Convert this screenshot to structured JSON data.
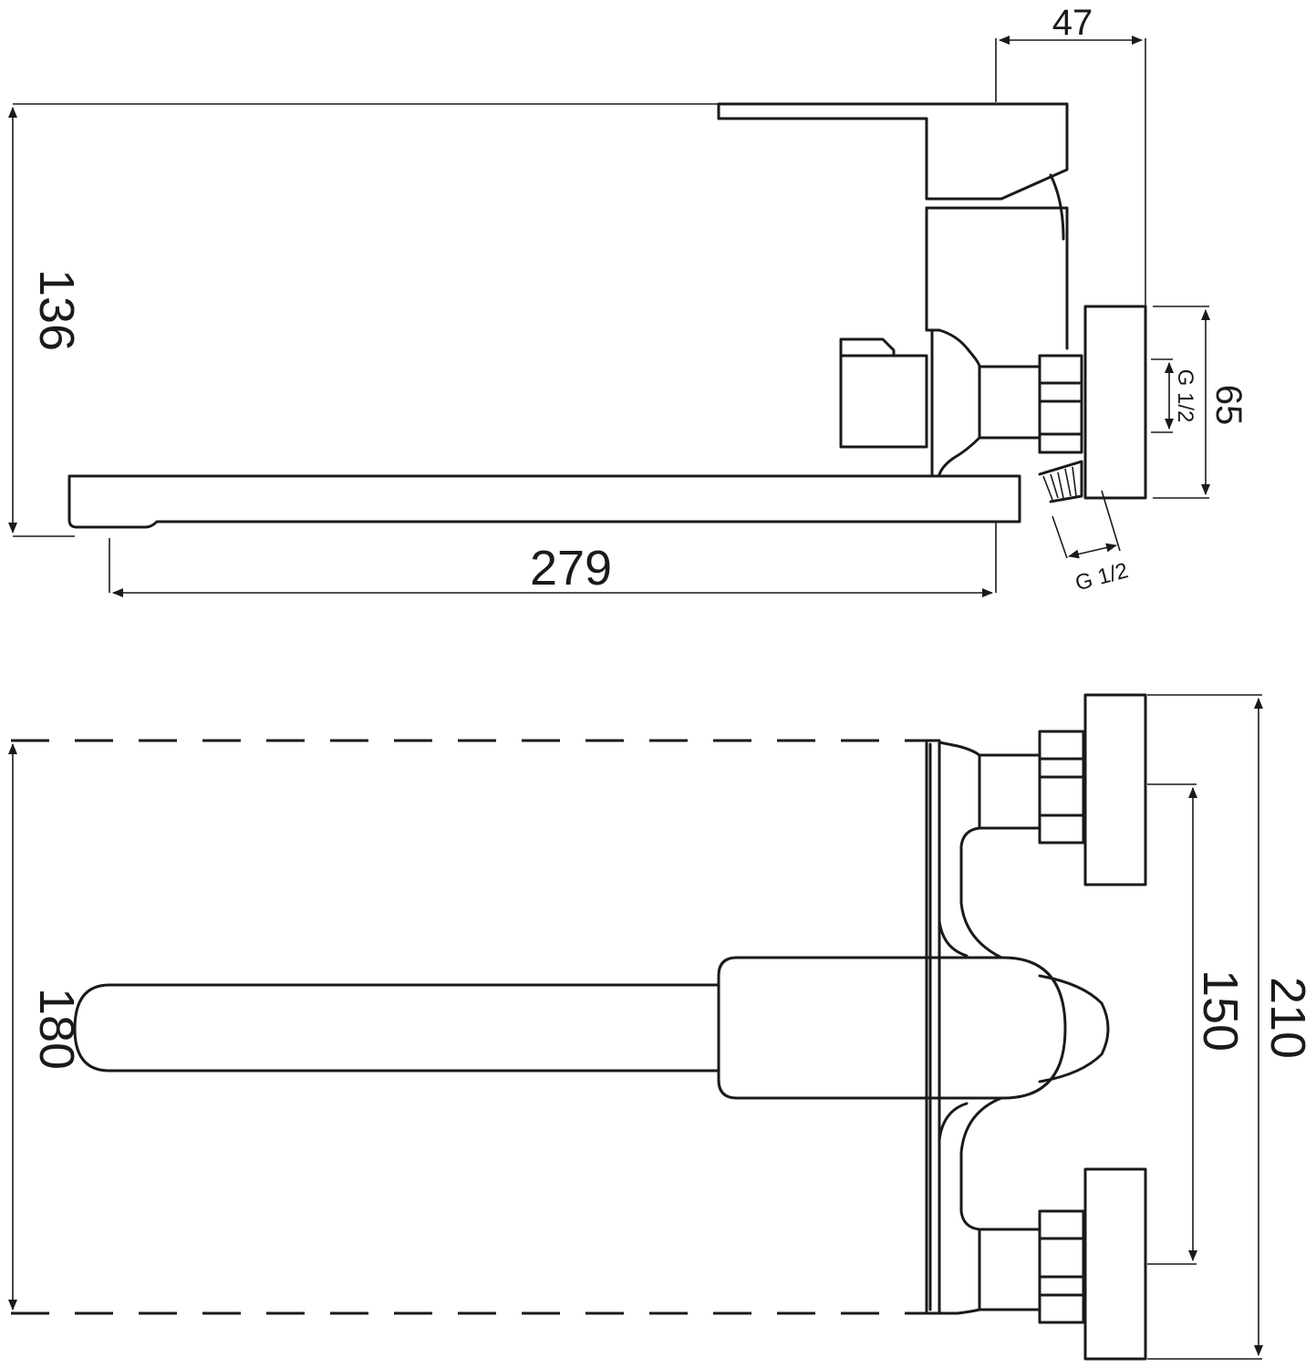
{
  "dimensions": {
    "height_side": "136",
    "depth_body": "47",
    "spout_length": "279",
    "flange_height": "65",
    "thread_vertical": "G 1/2",
    "thread_inlet": "G 1/2",
    "width_span": "180",
    "centers": "150",
    "overall": "210"
  },
  "colors": {
    "line": "#1a1a1a",
    "background": "#ffffff"
  }
}
